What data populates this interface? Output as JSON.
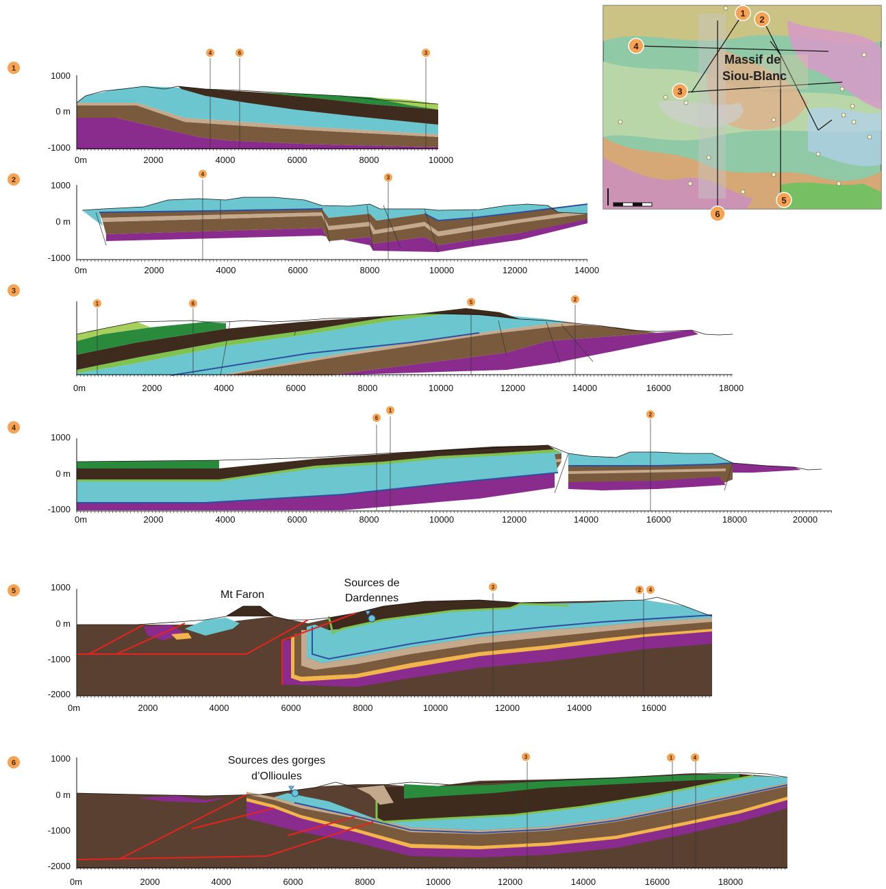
{
  "colors": {
    "teal": "#6cc6cf",
    "dark_brown": "#3f2b1e",
    "brown": "#7a5a3c",
    "tan": "#c4a98c",
    "purple": "#8a2c8e",
    "dark_green": "#2a8a3c",
    "green": "#7fc24e",
    "light_green": "#a6cf5c",
    "blue": "#2c4f9e",
    "orange": "#f2b44c",
    "red": "#e8231e",
    "badge": "#f5a455"
  },
  "map": {
    "title_line1": "Massif de",
    "title_line2": "Siou-Blanc",
    "labels": [
      "1",
      "2",
      "3",
      "4",
      "5",
      "6"
    ]
  },
  "sections": [
    {
      "id": "1",
      "x_ticks": [
        "0m",
        "2000",
        "4000",
        "6000",
        "8000",
        "10000"
      ],
      "y_ticks": [
        "1000",
        "0 m",
        "-1000"
      ],
      "intersections": [
        "4",
        "6",
        "3"
      ]
    },
    {
      "id": "2",
      "x_ticks": [
        "0m",
        "2000",
        "4000",
        "6000",
        "8000",
        "10000",
        "12000",
        "14000"
      ],
      "y_ticks": [
        "1000",
        "0 m",
        "-1000"
      ],
      "intersections": [
        "4",
        "3"
      ]
    },
    {
      "id": "3",
      "x_ticks": [
        "0m",
        "2000",
        "4000",
        "6000",
        "8000",
        "10000",
        "12000",
        "14000",
        "16000",
        "18000"
      ],
      "y_ticks": [],
      "intersections": [
        "1",
        "6",
        "5",
        "2"
      ]
    },
    {
      "id": "4",
      "x_ticks": [
        "0m",
        "2000",
        "4000",
        "6000",
        "8000",
        "10000",
        "12000",
        "14000",
        "16000",
        "18000",
        "20000"
      ],
      "y_ticks": [
        "1000",
        "0 m",
        "-1000"
      ],
      "intersections": [
        "6",
        "1",
        "2"
      ]
    },
    {
      "id": "5",
      "x_ticks": [
        "0m",
        "2000",
        "4000",
        "6000",
        "8000",
        "10000",
        "12000",
        "14000",
        "16000"
      ],
      "y_ticks": [
        "1000",
        "0 m",
        "-1000",
        "-2000"
      ],
      "intersections": [
        "3",
        "2",
        "4"
      ],
      "annotations": [
        "Mt Faron",
        "Sources de",
        "Dardennes"
      ]
    },
    {
      "id": "6",
      "x_ticks": [
        "0m",
        "2000",
        "4000",
        "6000",
        "8000",
        "10000",
        "12000",
        "14000",
        "16000",
        "18000"
      ],
      "y_ticks": [
        "1000",
        "0 m",
        "-1000",
        "-2000"
      ],
      "intersections": [
        "3",
        "1",
        "4"
      ],
      "annotations": [
        "Sources des gorges",
        "d’Ollioules"
      ]
    }
  ]
}
